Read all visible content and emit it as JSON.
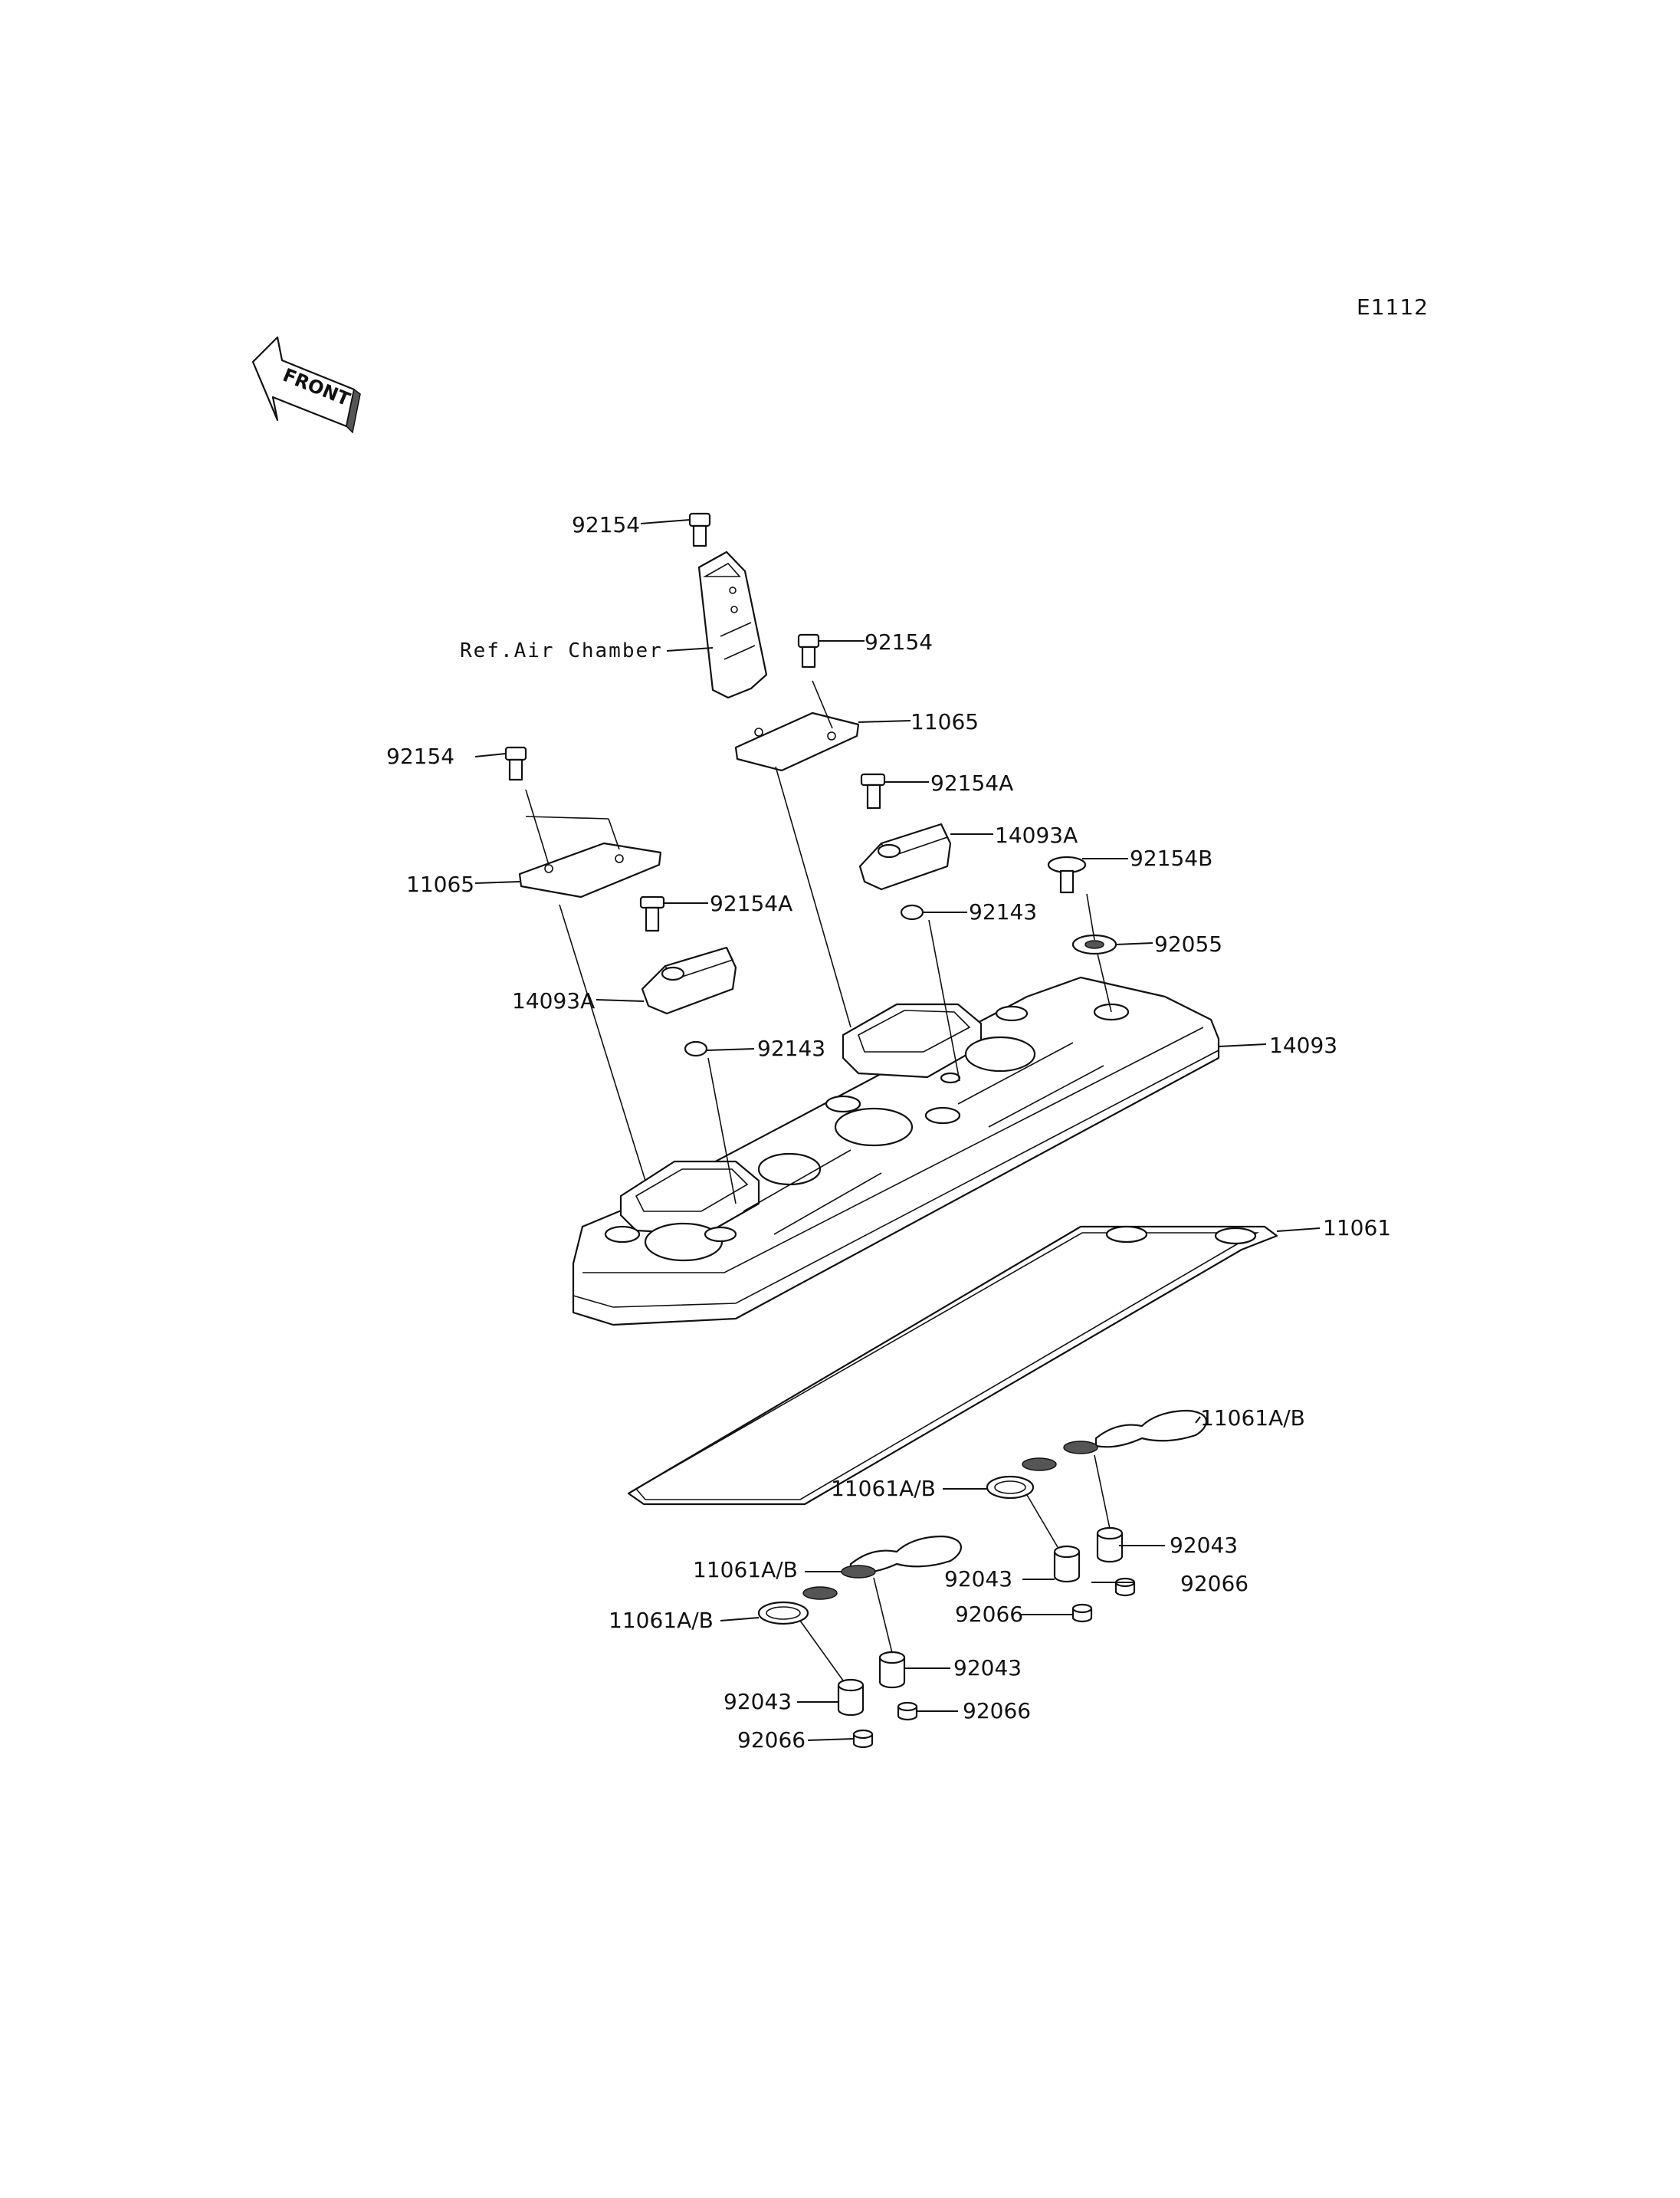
{
  "diagram_code": "E1112",
  "front_badge": "FRONT",
  "labels": {
    "bolt_top": "92154",
    "ref_air_chamber": "Ref.Air Chamber",
    "bolt_upper_right": "92154",
    "plate_upper": "11065",
    "bolt_left": "92154",
    "bolt_a_right": "92154A",
    "cap_a_right": "14093A",
    "bolt_b": "92154B",
    "plate_left": "11065",
    "bolt_a_left": "92154A",
    "grommet_right": "92143",
    "washer": "92055",
    "cap_a_left": "14093A",
    "grommet_left": "92143",
    "head_cover": "14093",
    "gasket": "11061",
    "seal_r1": "11061A/B",
    "seal_r2": "11061A/B",
    "seal_l1": "11061A/B",
    "seal_l2": "11061A/B",
    "collar_r1": "92043",
    "collar_r2": "92043",
    "collar_l1": "92043",
    "collar_l2": "92043",
    "cap_r1": "92066",
    "cap_r2": "92066",
    "cap_l1": "92066",
    "cap_l2": "92066"
  }
}
